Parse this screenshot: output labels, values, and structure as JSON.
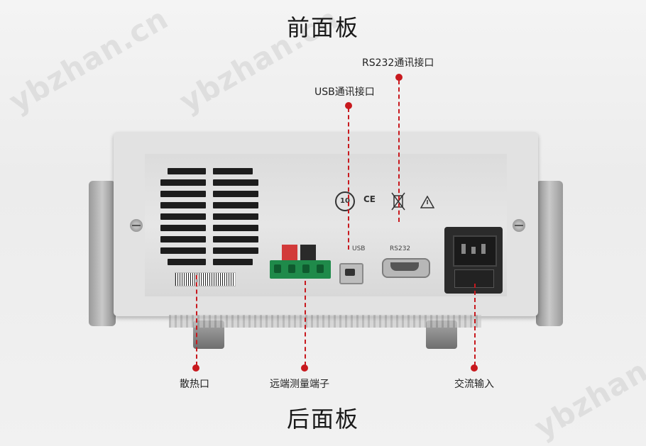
{
  "header": {
    "title": "前面板"
  },
  "footer": {
    "title": "后面板"
  },
  "watermark": {
    "text": "ybzhan.cn"
  },
  "callouts": {
    "usb": "USB通讯接口",
    "rs232": "RS232通讯接口",
    "heat_vent": "散热口",
    "remote_sense": "远端测量端子",
    "ac_input": "交流输入"
  },
  "panel_labels": {
    "usb": "USB",
    "rs232": "RS232",
    "ce": "CE",
    "rohs": "10"
  },
  "colors": {
    "callout_line": "#c8191e",
    "terminal_green": "#1f8a4a",
    "terminal_red": "#d23a3a"
  }
}
